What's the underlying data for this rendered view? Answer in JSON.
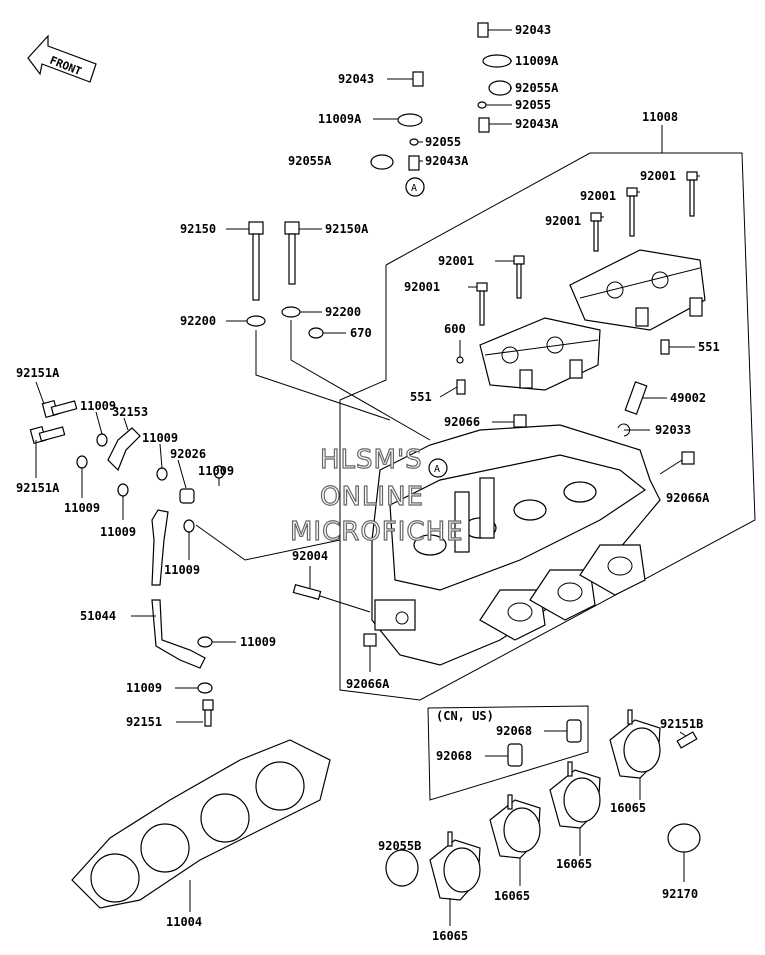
{
  "front_label": "FRONT",
  "watermark": [
    "HLSM'S",
    "ONLINE",
    "MICROFICHE"
  ],
  "region_note": "(CN, US)",
  "ref_marker": "A",
  "labels": {
    "p92043_top": "92043",
    "p11009A_r": "11009A",
    "p92055A_r": "92055A",
    "p92055_r": "92055",
    "p92043A_r": "92043A",
    "p92043_l": "92043",
    "p11009A_l": "11009A",
    "p92055_l": "92055",
    "p92055A_l": "92055A",
    "p92043A_l": "92043A",
    "p11008": "11008",
    "p92001_a": "92001",
    "p92001_b": "92001",
    "p92001_c": "92001",
    "p92001_d": "92001",
    "p92001_e": "92001",
    "p92150": "92150",
    "p92150A": "92150A",
    "p92200_l": "92200",
    "p92200_r": "92200",
    "p670": "670",
    "p600": "600",
    "p551_r": "551",
    "p551_l": "551",
    "p49002": "49002",
    "p92066": "92066",
    "p92033": "92033",
    "p92066A_r": "92066A",
    "p92151A_t": "92151A",
    "p92151A_b": "92151A",
    "p11009_a": "11009",
    "p32153": "32153",
    "p11009_b": "11009",
    "p92026": "92026",
    "p11009_c": "11009",
    "p11009_d": "11009",
    "p11009_e": "11009",
    "p11009_f": "11009",
    "p92004": "92004",
    "p51044": "51044",
    "p11009_g": "11009",
    "p11009_h": "11009",
    "p92151": "92151",
    "p92066A_b": "92066A",
    "p92068_t": "92068",
    "p92068_b": "92068",
    "p92151B": "92151B",
    "p16065_a": "16065",
    "p16065_b": "16065",
    "p16065_c": "16065",
    "p16065_d": "16065",
    "p92055B": "92055B",
    "p92170": "92170",
    "p11004": "11004"
  }
}
